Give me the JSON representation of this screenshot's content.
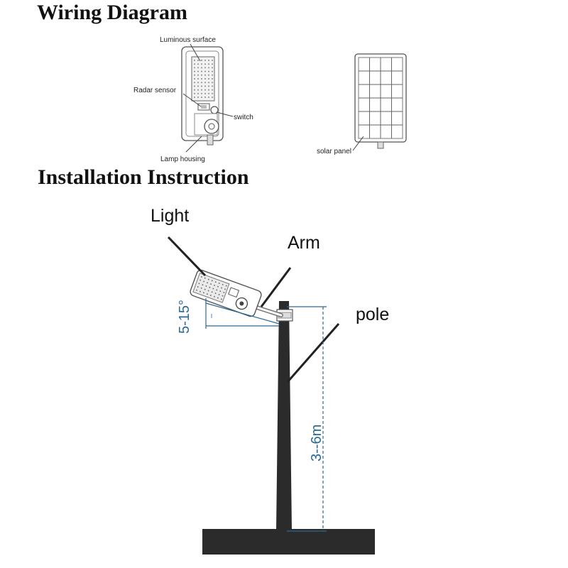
{
  "headings": {
    "wiring": "Wiring Diagram",
    "install": "Installation Instruction"
  },
  "wiring_labels": {
    "luminous_surface": "Luminous surface",
    "radar_sensor": "Radar sensor",
    "switch": "switch",
    "lamp_housing": "Lamp housing",
    "solar_panel": "solar panel"
  },
  "install_labels": {
    "light": "Light",
    "arm": "Arm",
    "pole": "pole",
    "tilt_angle": "5-15°",
    "mount_height": "3--6m"
  },
  "colors": {
    "ink": "#111111",
    "line_art": "#555555",
    "dimension": "#2a6a96"
  }
}
